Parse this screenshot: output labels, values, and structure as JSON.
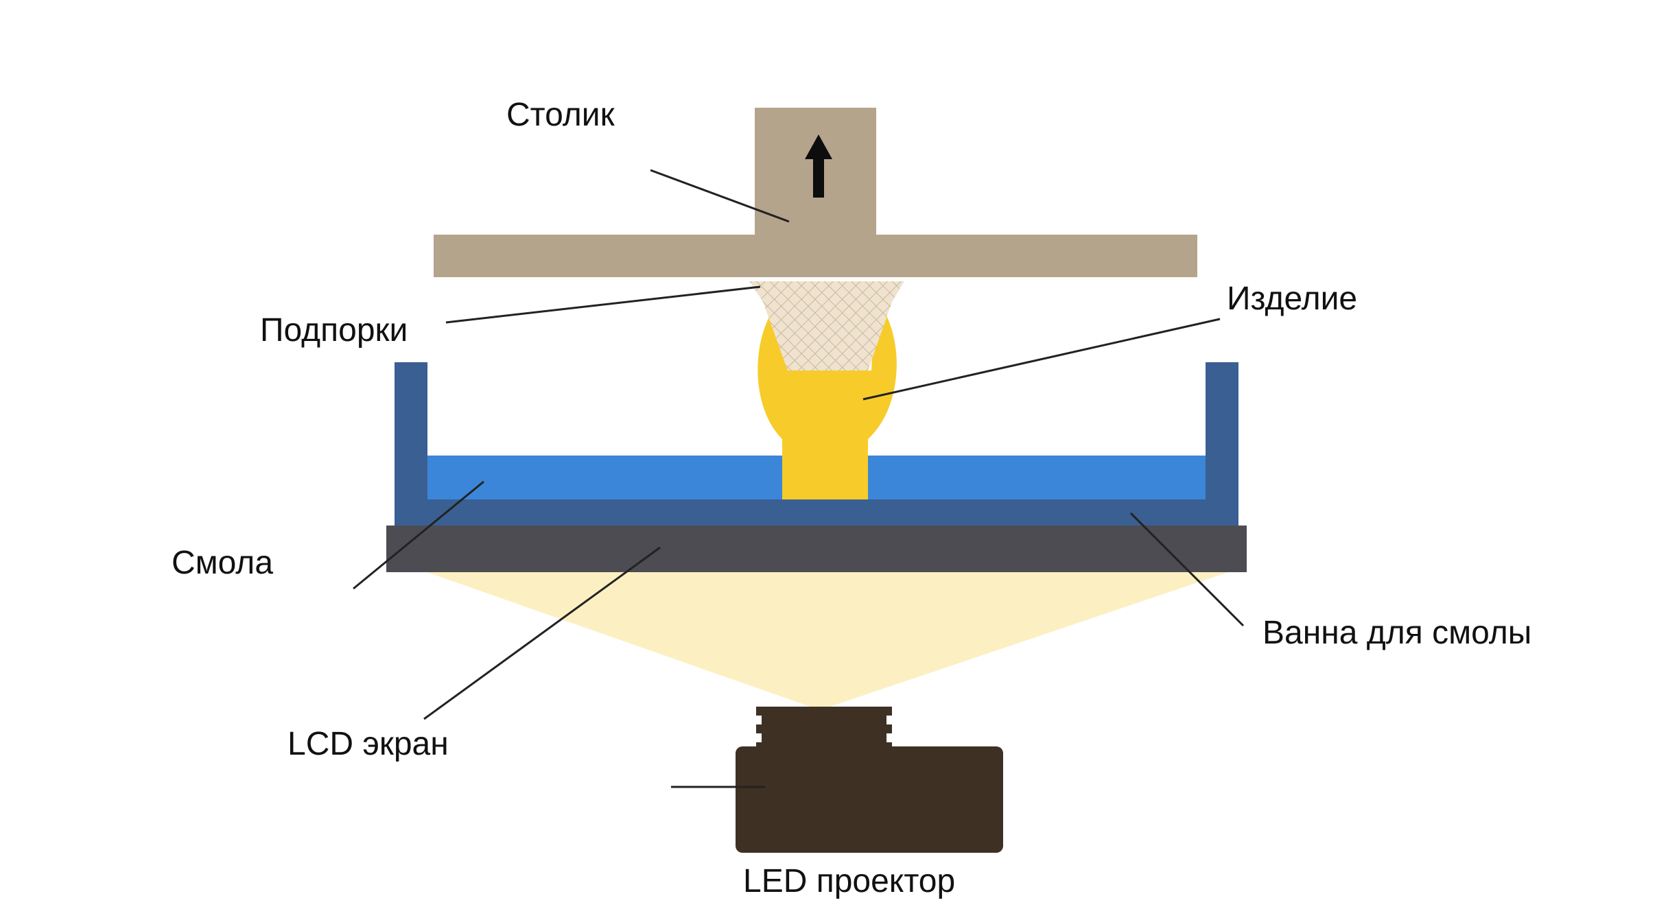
{
  "labels": {
    "platform": "Столик",
    "supports": "Подпорки",
    "product": "Изделие",
    "resin": "Смола",
    "vat": "Ванна для смолы",
    "lcd": "LCD экран",
    "led": "LED проектор"
  },
  "colors": {
    "platform": "#b5a48c",
    "arrow": "#0d0d0d",
    "product": "#f7cc2a",
    "supports": "#ede4d6",
    "vat": "#3a5f92",
    "resin": "#3b86d8",
    "lcd": "#4c4c52",
    "light": "#fcf0c2",
    "projector": "#3e3124",
    "leader": "#222222",
    "text": "#111111"
  }
}
